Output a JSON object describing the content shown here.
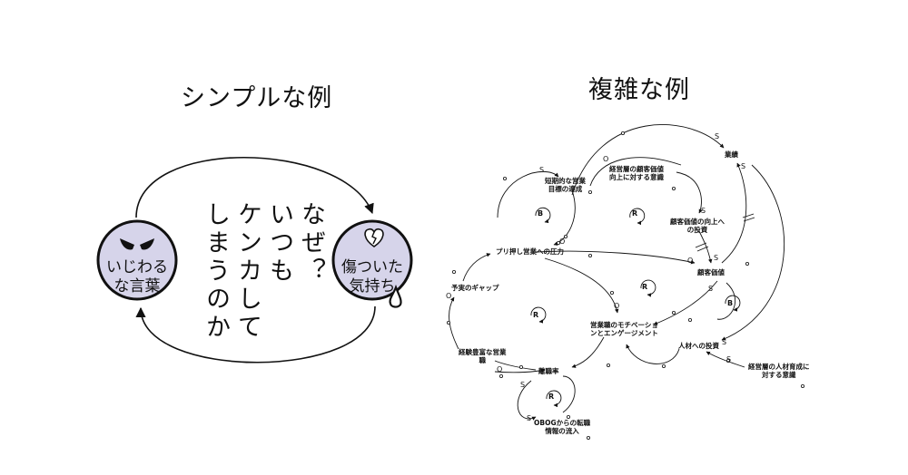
{
  "simple": {
    "title": "シンプルな例",
    "left_node": "いじわる\nな言葉",
    "right_node": "傷ついた\n気持ち",
    "question_cols": [
      "なぜ？",
      "いつも",
      "ケンカして",
      "しまうのか"
    ]
  },
  "complex": {
    "title": "複雑な例",
    "nodes": {
      "short_goal": "短期的な営業\n目標の達成",
      "mgmt_customer": "経営層の顧客価値\n向上に対する意識",
      "customer_value_invest": "顧客価値の向上へ\nの投資",
      "performance": "業績",
      "push_sales": "プリ押し営業への圧力",
      "customer_value": "顧客価値",
      "gap": "予実のギャップ",
      "motivation": "営業職のモチベーショ\nンとエンゲージメント",
      "hr_invest": "人材への投資",
      "experienced": "経験豊富な営業\n職",
      "mgmt_hr": "経営層の人材育成に\n対する意識",
      "turnover": "離職率",
      "obog": "OBOGからの転職\n情報の流入"
    },
    "polarity": {
      "s": "S",
      "o": "O"
    },
    "loops": {
      "b": "B",
      "r": "R"
    }
  }
}
